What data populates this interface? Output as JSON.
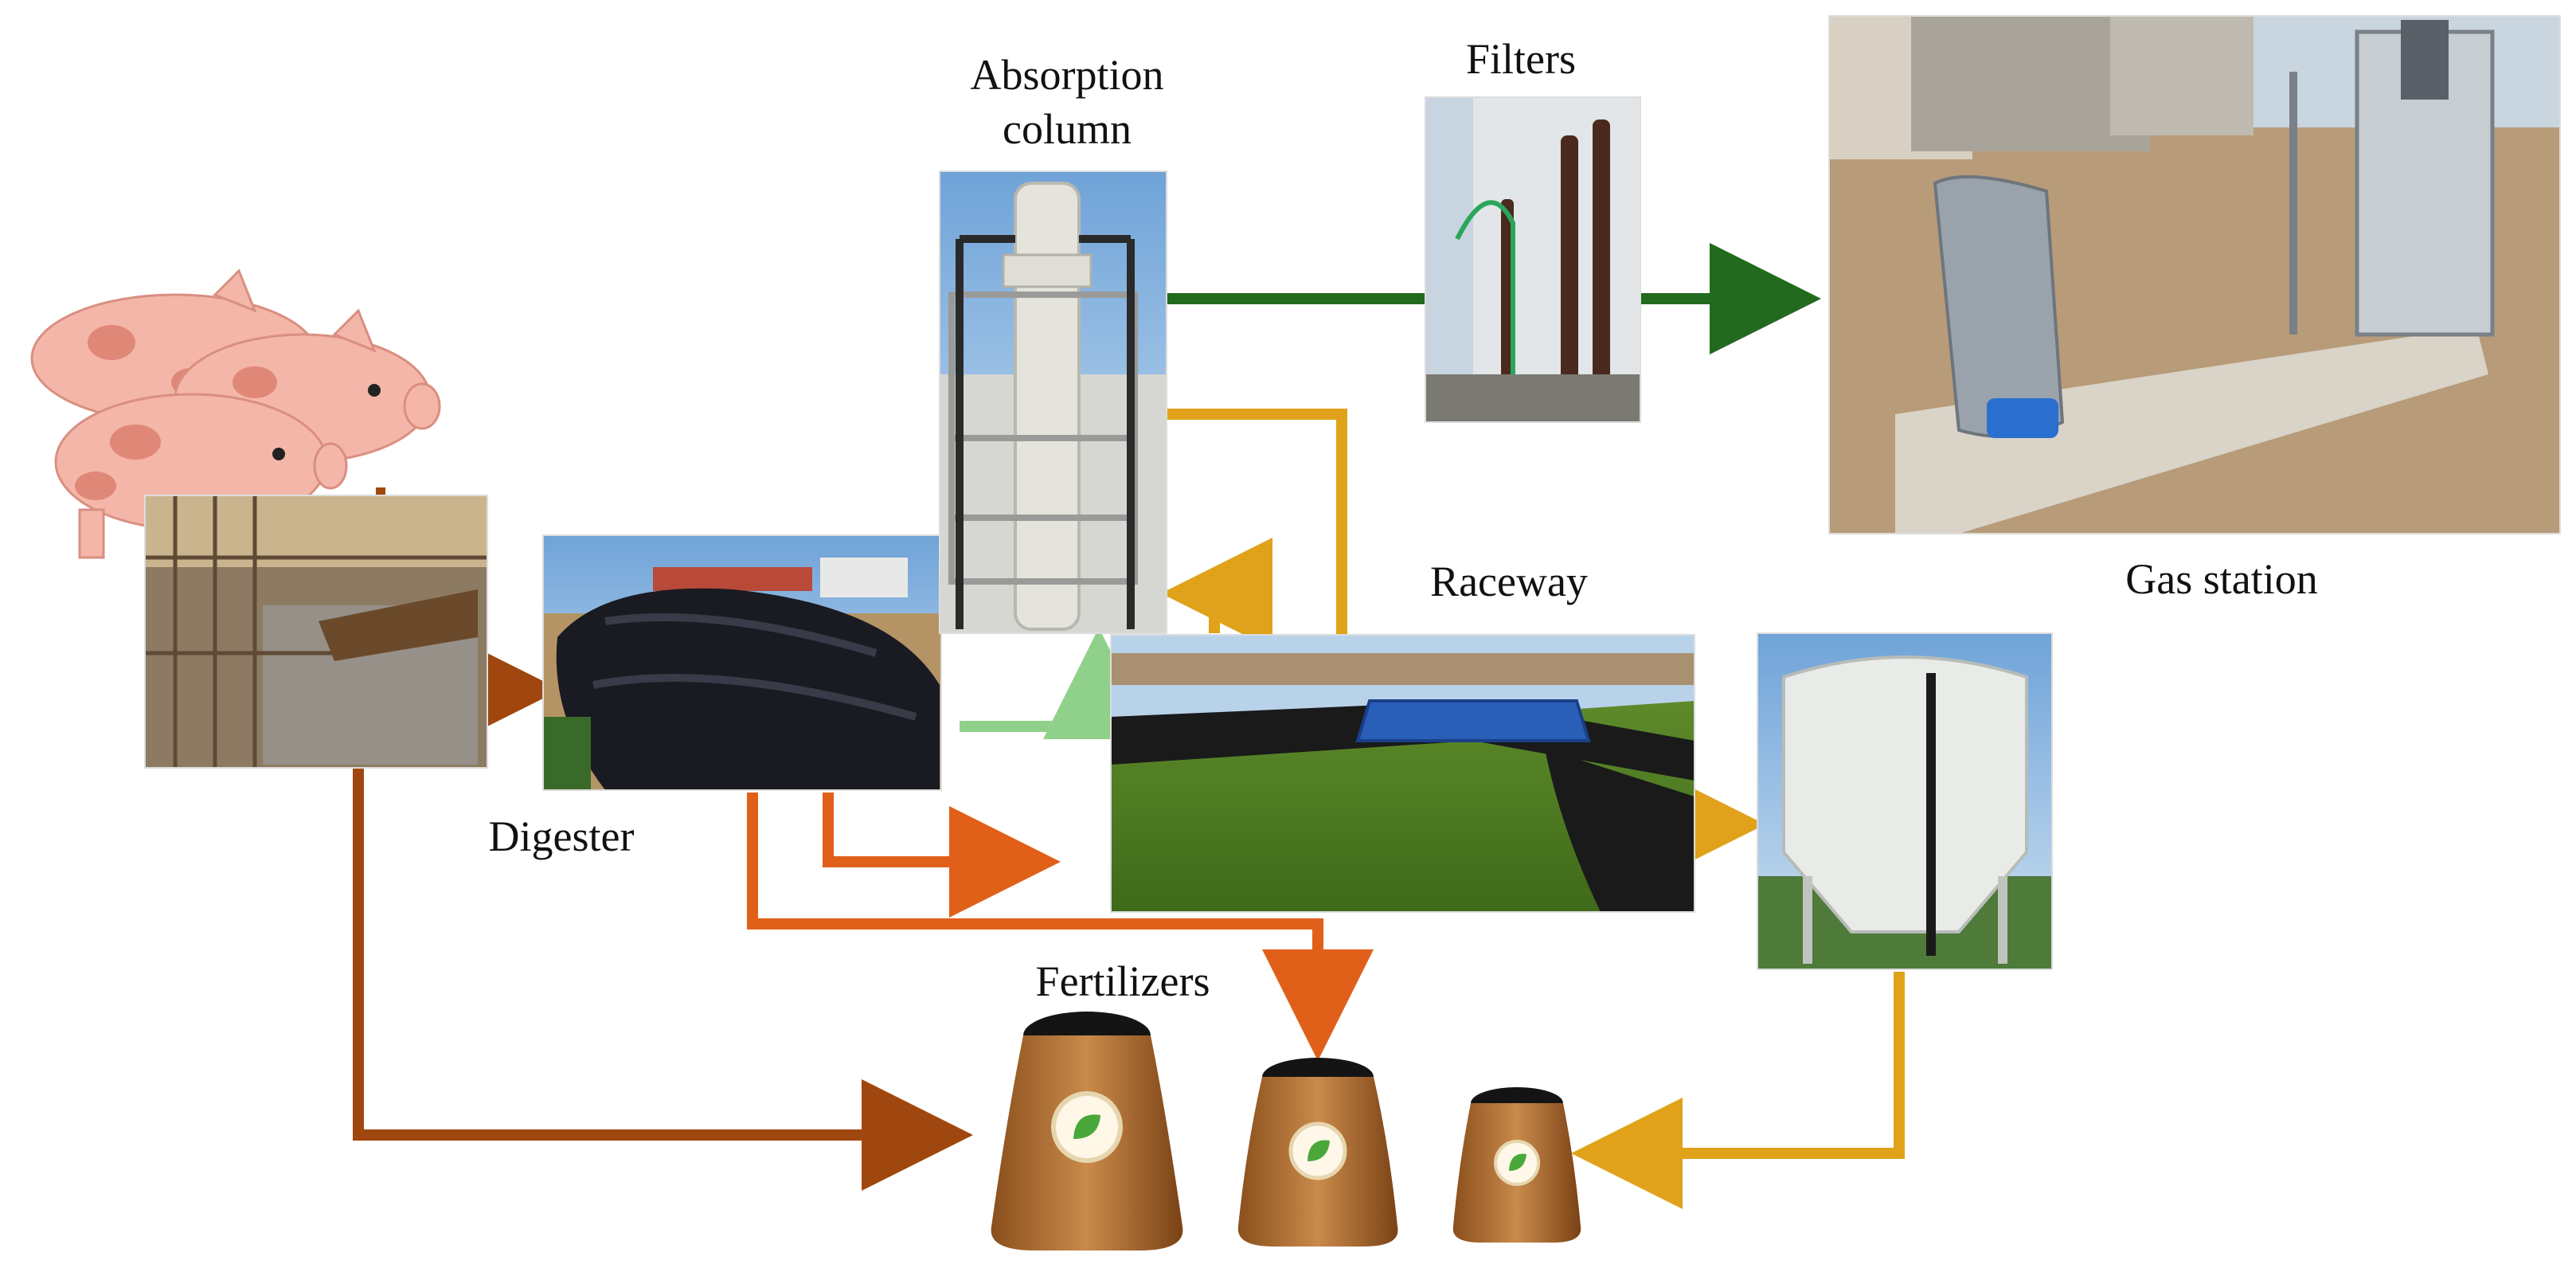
{
  "labels": {
    "absorption_line1": "Absorption",
    "absorption_line2": "column",
    "filters": "Filters",
    "gas_station": "Gas station",
    "raceway": "Raceway",
    "digester": "Digester",
    "fertilizers": "Fertilizers"
  },
  "colors": {
    "manure_flow": "#a0470f",
    "digestate_flow": "#e0601a",
    "biogas_flow": "#8fd18a",
    "biomethane_flow": "#236a1e",
    "algae_flow": "#e0a21a"
  }
}
